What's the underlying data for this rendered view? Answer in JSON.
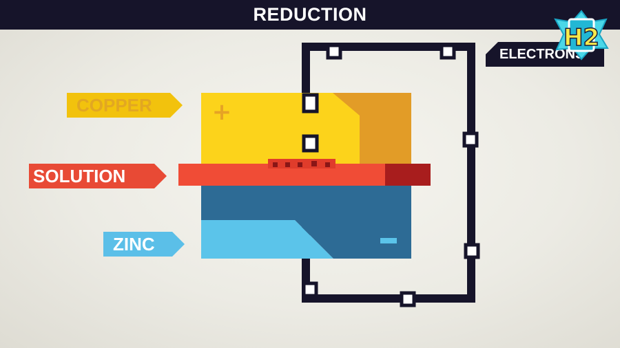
{
  "header": {
    "title": "REDUCTION"
  },
  "labels": {
    "copper": "COPPER",
    "solution": "SOLUTION",
    "zinc": "ZINC",
    "electrons": "ELECTRONS"
  },
  "symbols": {
    "positive": "+",
    "negative": "−"
  },
  "logo": {
    "text": "H2"
  },
  "colors": {
    "copper": "#fcd31b",
    "copper_shade": "#e29c27",
    "solution": "#f04c36",
    "solution_shade": "#a81d1d",
    "zinc_dark": "#2d6b95",
    "zinc_light": "#5bc4ea",
    "wire": "#16142a",
    "title_bar": "#16142a"
  }
}
